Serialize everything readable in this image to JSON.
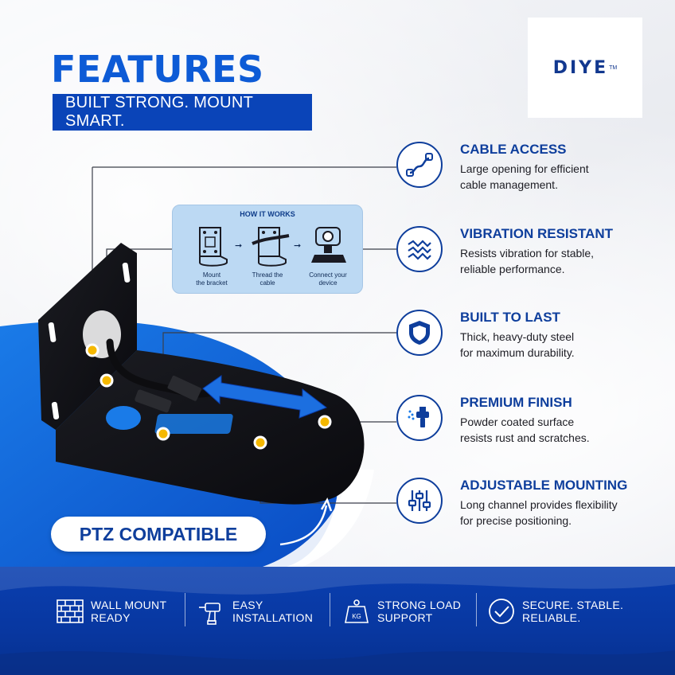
{
  "brand": {
    "name": "DIYE",
    "tm": "TM"
  },
  "header": {
    "title": "FEATURES",
    "subtitle": "BUILT STRONG. MOUNT SMART."
  },
  "how_it_works": {
    "title": "HOW IT WORKS",
    "steps": [
      {
        "line1": "Mount",
        "line2": "the bracket"
      },
      {
        "line1": "Thread the",
        "line2": "cable"
      },
      {
        "line1": "Connect your",
        "line2": "device"
      }
    ]
  },
  "features": [
    {
      "icon": "cable-icon",
      "title": "CABLE ACCESS",
      "desc1": "Large opening for efficient",
      "desc2": "cable management."
    },
    {
      "icon": "vibration-icon",
      "title": "VIBRATION RESISTANT",
      "desc1": "Resists vibration for stable,",
      "desc2": "reliable performance."
    },
    {
      "icon": "shield-icon",
      "title": "BUILT TO LAST",
      "desc1": "Thick, heavy-duty steel",
      "desc2": "for maximum durability."
    },
    {
      "icon": "spray-gun-icon",
      "title": "PREMIUM FINISH",
      "desc1": "Powder coated surface",
      "desc2": "resists rust and scratches."
    },
    {
      "icon": "sliders-icon",
      "title": "ADJUSTABLE MOUNTING",
      "desc1": "Long channel provides flexibility",
      "desc2": "for precise positioning."
    }
  ],
  "ptz": {
    "label": "PTZ COMPATIBLE"
  },
  "badges": [
    {
      "icon": "brick-wall-icon",
      "line1": "WALL MOUNT",
      "line2": "READY"
    },
    {
      "icon": "drill-icon",
      "line1": "EASY",
      "line2": "INSTALLATION"
    },
    {
      "icon": "weight-kg-icon",
      "line1": "STRONG LOAD",
      "line2": "SUPPORT",
      "kg": "KG"
    },
    {
      "icon": "check-circle-icon",
      "line1": "SECURE. STABLE.",
      "line2": "RELIABLE."
    }
  ],
  "colors": {
    "accent_blue": "#0d5bd6",
    "navy": "#0e3e9c",
    "band_blue": "#0a3fb0",
    "marker_yellow": "#f5b800"
  }
}
